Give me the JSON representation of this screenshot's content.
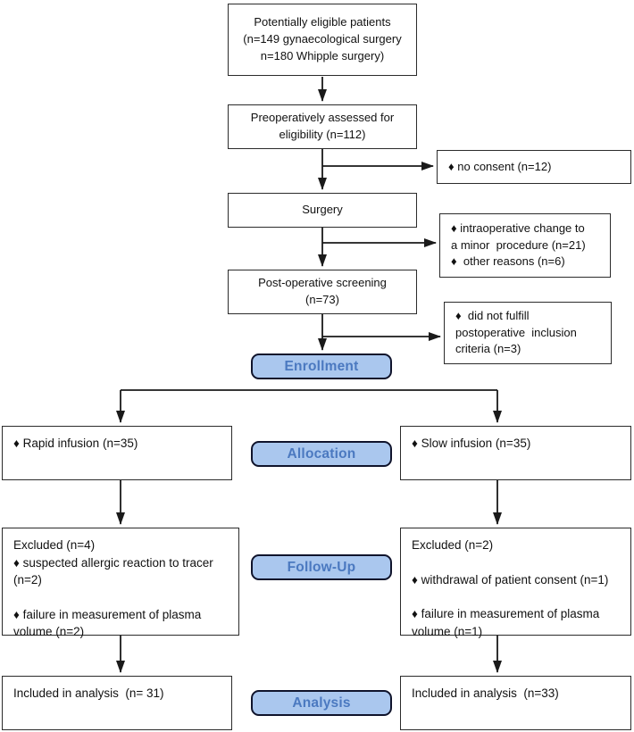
{
  "colors": {
    "stage_fill": "#aac7ee",
    "stage_border": "#10142c",
    "stage_text": "#4b79c0",
    "box_border": "#2b2b2b",
    "arrow": "#1a1a1a"
  },
  "stages": {
    "enrollment": "Enrollment",
    "allocation": "Allocation",
    "followup": "Follow-Up",
    "analysis": "Analysis"
  },
  "flow": {
    "eligible": {
      "lines": [
        "Potentially eligible patients",
        "(n=149 gynaecological surgery",
        "n=180 Whipple surgery)"
      ]
    },
    "preop": {
      "lines": [
        "Preoperatively assessed for",
        "eligibility (n=112)"
      ]
    },
    "surgery": {
      "lines": [
        "Surgery"
      ]
    },
    "postop": {
      "lines": [
        "Post-operative screening",
        "(n=73)"
      ]
    },
    "side_no_consent": {
      "lines": [
        "♦ no consent (n=12)"
      ]
    },
    "side_intraop": {
      "lines": [
        "♦ intraoperative change to",
        "a minor  procedure (n=21)",
        "♦  other reasons (n=6)"
      ]
    },
    "side_criteria": {
      "lines": [
        "♦  did not fulfill",
        "postoperative  inclusion",
        "criteria (n=3)"
      ]
    },
    "alloc_left": {
      "lines": [
        "♦ Rapid infusion (n=35)"
      ]
    },
    "alloc_right": {
      "lines": [
        "♦ Slow infusion (n=35)"
      ]
    },
    "followup_left": {
      "lines": [
        "Excluded (n=4)",
        "♦ suspected allergic reaction to tracer",
        "(n=2)",
        "",
        "♦ failure in measurement of plasma",
        "volume (n=2)"
      ]
    },
    "followup_right": {
      "lines": [
        "Excluded (n=2)",
        "",
        "♦ withdrawal of patient consent (n=1)",
        "",
        "♦ failure in measurement of plasma",
        "volume (n=1)"
      ]
    },
    "analysis_left": {
      "lines": [
        "Included in analysis  (n= 31)"
      ]
    },
    "analysis_right": {
      "lines": [
        "Included in analysis  (n=33)"
      ]
    }
  }
}
